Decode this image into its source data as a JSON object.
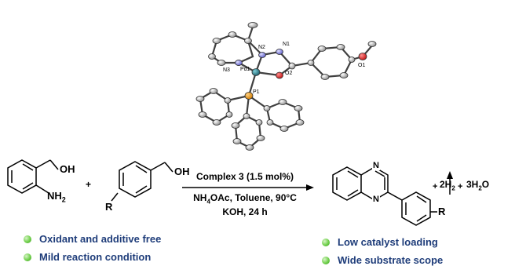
{
  "crystal": {
    "atoms": {
      "n1": "N1",
      "n2": "N2",
      "n3": "N3",
      "pd": "Pd1",
      "o2": "O2",
      "o1": "O1",
      "p1": "P1"
    }
  },
  "reaction": {
    "reactant1_oh": "OH",
    "reactant1_nh2": "NH",
    "reactant1_nh2_sub": "2",
    "plus1": "+",
    "reactant2_oh": "OH",
    "reactant2_r": "R",
    "condition1": "Complex 3 (1.5 mol%)",
    "condition2_pre": "NH",
    "condition2_sub": "4",
    "condition2_post": "OAc, Toluene, 90°C",
    "condition3": "KOH, 24 h",
    "product_r": "R",
    "plus2": "+",
    "h2_pre": "2H",
    "h2_sub": "2",
    "plus3": "+",
    "h2o_pre": "3H",
    "h2o_sub": "2",
    "h2o_post": "O",
    "n_top": "N",
    "n_bottom": "N"
  },
  "features": {
    "left": [
      "Oxidant and additive free",
      "Mild reaction condition"
    ],
    "right": [
      "Low catalyst loading",
      "Wide substrate scope"
    ]
  },
  "colors": {
    "feature_text": "#1f3d7a",
    "bullet": "#6fcf4a",
    "pd": "#2a7a8a",
    "p": "#e39a1a",
    "n": "#8a8ad8",
    "o": "#d42020"
  }
}
